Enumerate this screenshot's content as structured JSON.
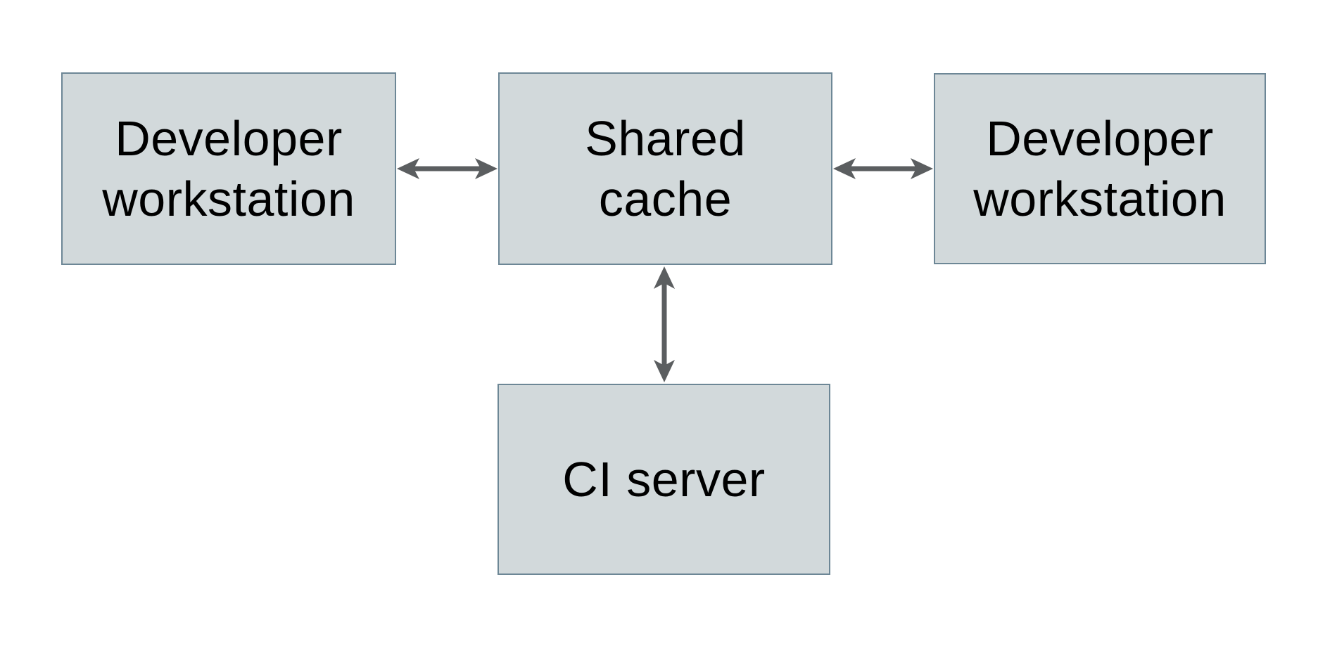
{
  "diagram": {
    "nodes": [
      {
        "id": "developer-workstation-left",
        "label": "Developer\nworkstation"
      },
      {
        "id": "shared-cache",
        "label": "Shared\ncache"
      },
      {
        "id": "developer-workstation-right",
        "label": "Developer\nworkstation"
      },
      {
        "id": "ci-server",
        "label": "CI server"
      }
    ],
    "edges": [
      {
        "from": "developer-workstation-left",
        "to": "shared-cache",
        "type": "bidirectional"
      },
      {
        "from": "shared-cache",
        "to": "developer-workstation-right",
        "type": "bidirectional"
      },
      {
        "from": "shared-cache",
        "to": "ci-server",
        "type": "bidirectional"
      }
    ]
  },
  "colors": {
    "background": "#ffffff",
    "node_fill": "#d2d9db",
    "node_border": "#6d8796",
    "arrow": "#5b5e60",
    "text": "#000000"
  }
}
